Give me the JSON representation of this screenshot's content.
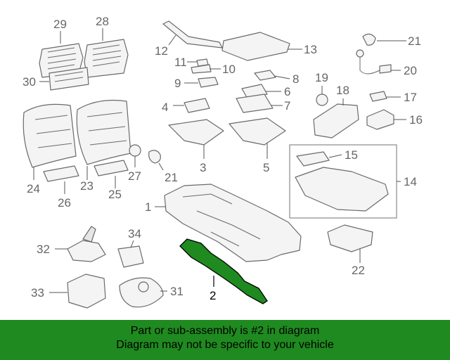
{
  "callouts": {
    "c1": "1",
    "c2": "2",
    "c3": "3",
    "c4": "4",
    "c5": "5",
    "c6": "6",
    "c7": "7",
    "c8": "8",
    "c9": "9",
    "c10": "10",
    "c11": "11",
    "c12": "12",
    "c13": "13",
    "c14": "14",
    "c15": "15",
    "c16": "16",
    "c17": "17",
    "c18": "18",
    "c19": "19",
    "c20": "20",
    "c21a": "21",
    "c21b": "21",
    "c22": "22",
    "c23": "23",
    "c24": "24",
    "c25": "25",
    "c26": "26",
    "c27": "27",
    "c28": "28",
    "c29": "29",
    "c30": "30",
    "c31": "31",
    "c32": "32",
    "c33": "33",
    "c34": "34"
  },
  "highlighted_part": "2",
  "highlight_color": "#1f8a1f",
  "banner": {
    "line1": "Part or sub-assembly is #2 in diagram",
    "line2": "Diagram may not be specific to your vehicle"
  }
}
